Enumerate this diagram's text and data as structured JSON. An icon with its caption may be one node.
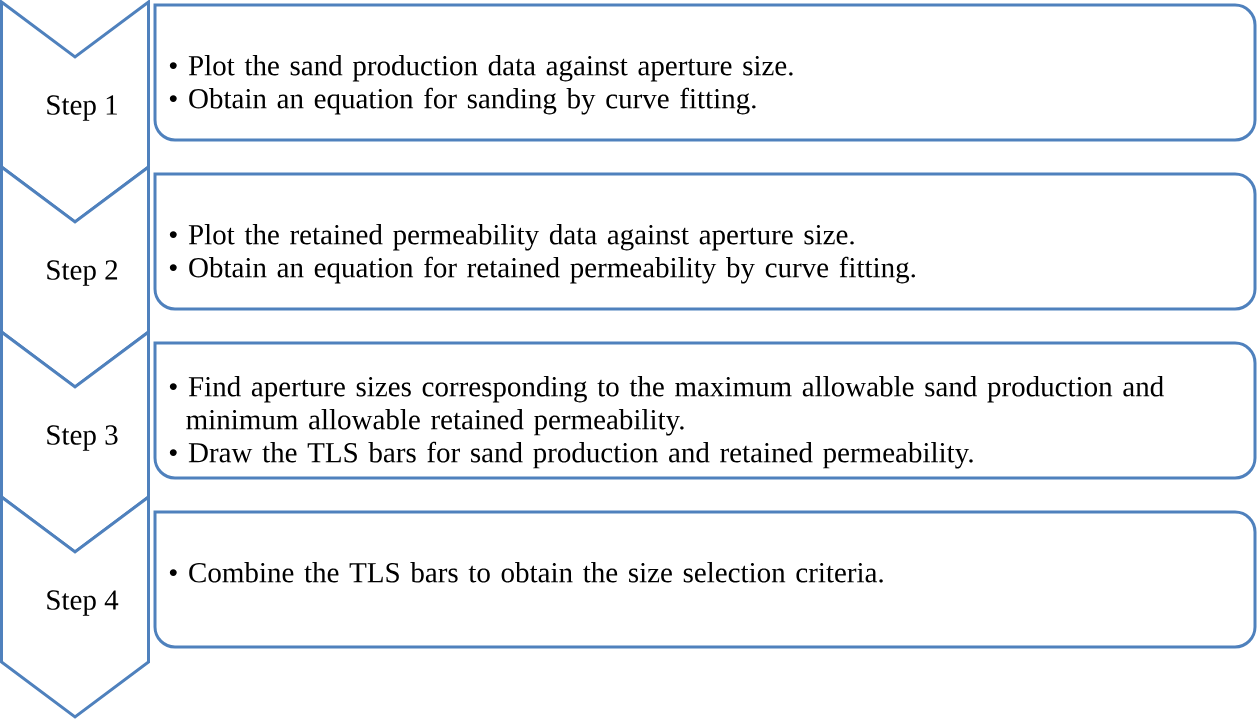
{
  "diagram": {
    "nodes": [
      {
        "text": [
          "Step 1"
        ]
      },
      {
        "text": [
          "• Plot the sand production data against aperture size.",
          "• Obtain an equation for sanding by curve fitting."
        ]
      },
      {
        "text": [
          "Step 2"
        ]
      },
      {
        "text": [
          "• Plot the retained permeability data against aperture size.",
          "• Obtain an equation for retained permeability by curve fitting."
        ]
      },
      {
        "text": [
          "Step 3"
        ]
      },
      {
        "text": [
          "• Find aperture sizes corresponding to the maximum allowable sand production and minimum allowable retained permeability.",
          "• Draw the TLS bars for sand production and retained permeability."
        ]
      },
      {
        "text": [
          "Step 4"
        ]
      },
      {
        "text": [
          "• Combine the TLS bars to obtain the size selection criteria."
        ]
      }
    ]
  }
}
